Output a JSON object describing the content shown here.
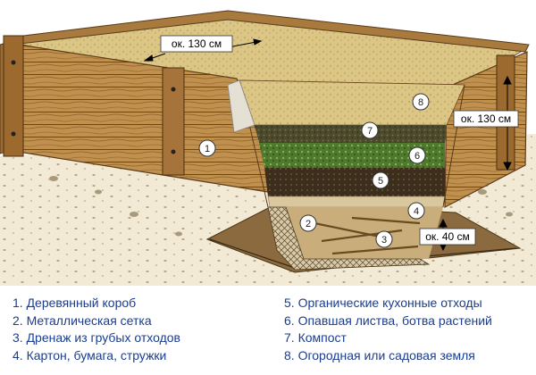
{
  "dimensions": {
    "width_top": "ок. 130 см",
    "height_side": "ок. 130 см",
    "depth_pit": "ок. 40 см"
  },
  "layer_numbers": [
    "1",
    "2",
    "3",
    "4",
    "5",
    "6",
    "7",
    "8"
  ],
  "legend": {
    "left": [
      "1. Деревянный короб",
      "2. Металлическая сетка",
      "3. Дренаж из грубых отходов",
      "4. Картон, бумага, стружки"
    ],
    "right": [
      "5. Органические кухонные отходы",
      "6. Опавшая листва, ботва растений",
      "7. Компост",
      "8. Огородная или садовая земля"
    ]
  },
  "colors": {
    "wood": "#b88a4a",
    "wood_dark": "#8a5e28",
    "soil": "#d9c47f",
    "compost": "#4c4a2c",
    "leaves": "#5d8a3a",
    "kitchen": "#3c2e1c",
    "cardboard": "#d9c7a0",
    "drain": "#c9ad7a",
    "legend_text": "#1a3d8f"
  }
}
